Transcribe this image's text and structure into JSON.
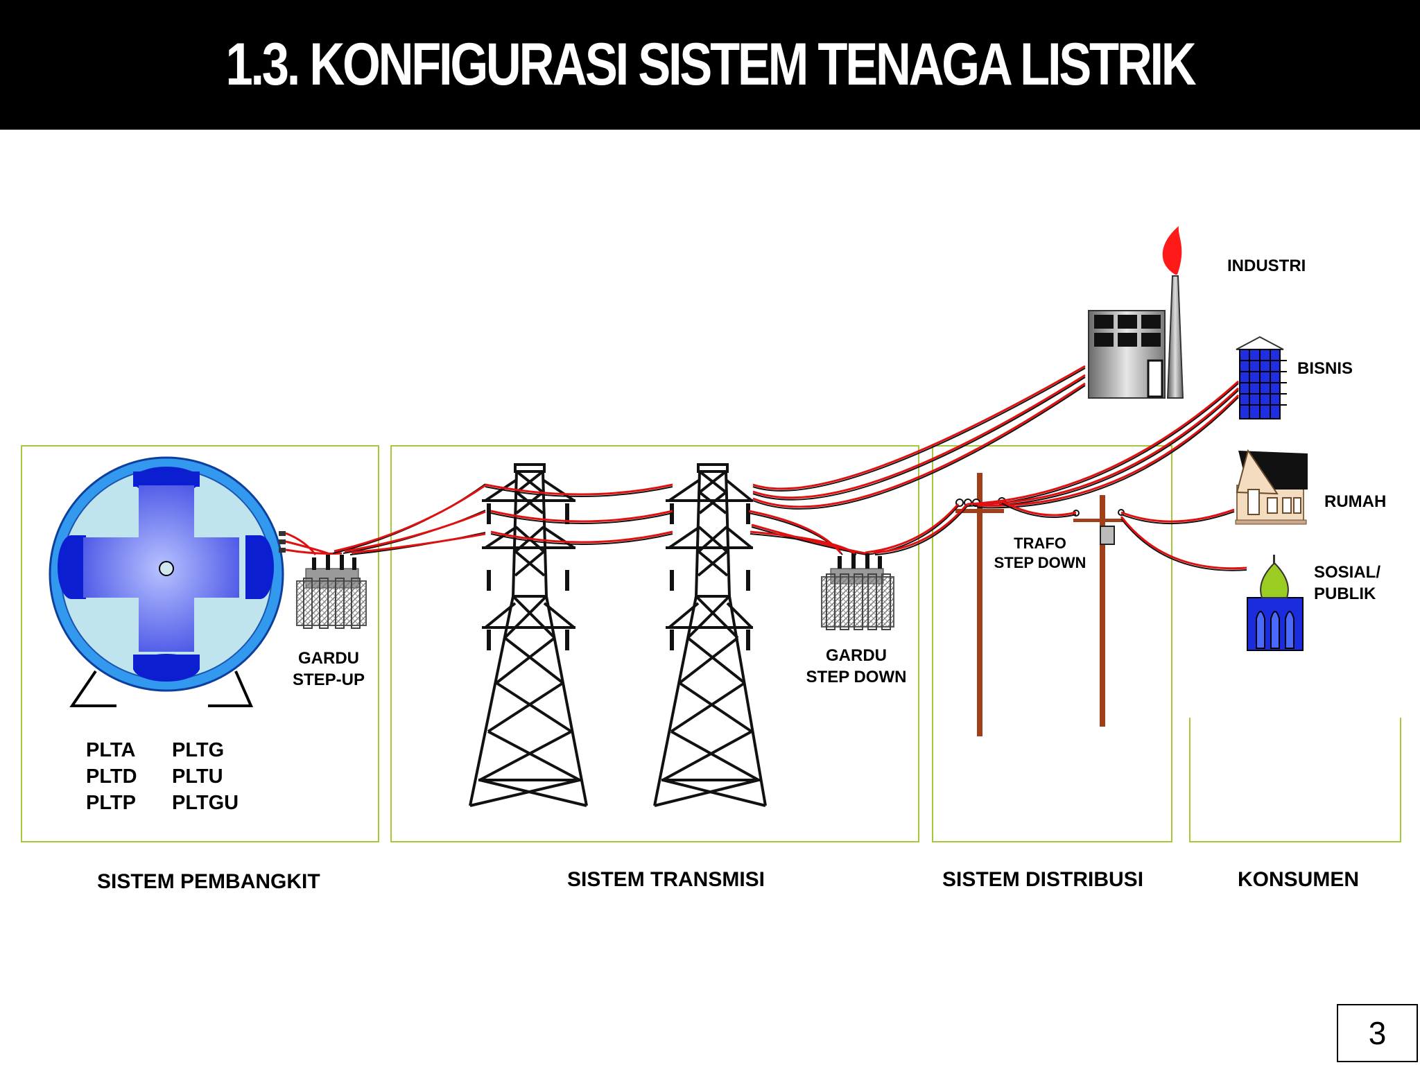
{
  "title": "1.3. KONFIGURASI SISTEM TENAGA LISTRIK",
  "sections": {
    "pembangkit": "SISTEM PEMBANGKIT",
    "transmisi": "SISTEM TRANSMISI",
    "distribusi": "SISTEM DISTRIBUSI",
    "konsumen": "KONSUMEN"
  },
  "plants": {
    "col1": [
      "PLTA",
      "PLTD",
      "PLTP"
    ],
    "col2": [
      "PLTG",
      "PLTU",
      "PLTGU"
    ]
  },
  "components": {
    "gardu_step_up": [
      "GARDU",
      "STEP-UP"
    ],
    "gardu_step_down": [
      "GARDU",
      "STEP DOWN"
    ],
    "trafo_step_down": [
      "TRAFO",
      "STEP DOWN"
    ]
  },
  "consumers": {
    "industri": "INDUSTRI",
    "bisnis": "BISNIS",
    "rumah": "RUMAH",
    "sosial": [
      "SOSIAL/",
      "PUBLIK"
    ]
  },
  "page_number": "3",
  "colors": {
    "frame": "#a6c83a",
    "wire_red": "#e01010",
    "pole": "#a0401a",
    "generator_blue": "#0b1fd0"
  }
}
